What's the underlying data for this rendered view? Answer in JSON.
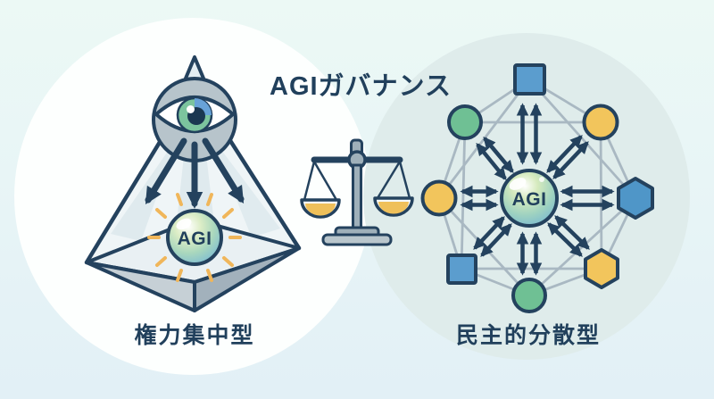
{
  "title": "AGIガバナンス",
  "left_panel": {
    "caption": "権力集中型",
    "core_label": "AGI",
    "icon": "all-seeing-eye-pyramid-icon"
  },
  "center": {
    "icon": "balance-scale-icon"
  },
  "right_panel": {
    "caption": "民主的分散型",
    "core_label": "AGI",
    "icon": "decentralized-network-icon"
  },
  "colors": {
    "background_top": "#ecf9f5",
    "background_bottom": "#e2f0f6",
    "left_backdrop": "#fdfffe",
    "right_backdrop": "#dfeceb",
    "ink": "#21405c",
    "arrow": "#24425e",
    "mesh_line": "#a9b8c2",
    "node_green": "#6fc094",
    "node_yellow": "#f2c55c",
    "node_blue": "#5b9dce",
    "hex_blue": "#4f96c8",
    "pan_gold": "#efc05a",
    "metal_gray": "#9fb0ba",
    "platform_light": "#c6d0d6",
    "platform_dark": "#a2b1bc",
    "sunburst": "#f0b65a"
  }
}
